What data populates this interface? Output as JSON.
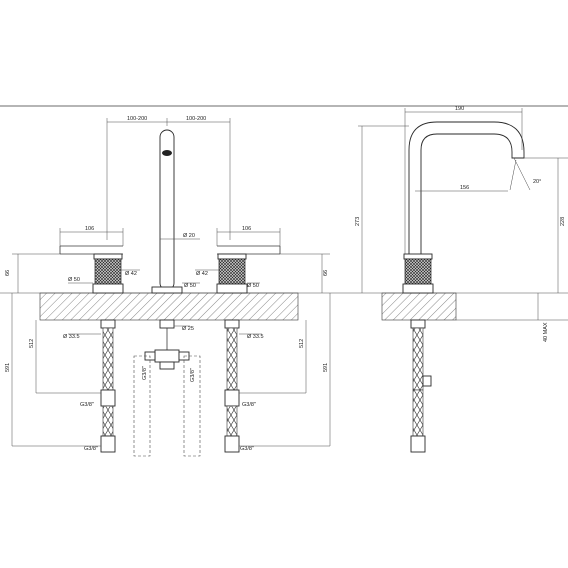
{
  "dimensions": {
    "spread_left": "100-200",
    "spread_right": "100-200",
    "handle_width_left": "106",
    "handle_width_right": "106",
    "spout_dia": "Ø 20",
    "knob_dia_left": "Ø 42",
    "knob_dia_right": "Ø 42",
    "base_dia_left": "Ø 50",
    "base_dia_center": "Ø 50",
    "base_dia_right": "Ø 50",
    "height_left": "66",
    "height_right": "66",
    "shank_dia_left": "Ø 33.5",
    "shank_dia_center": "Ø 25",
    "shank_dia_right": "Ø 33.5",
    "hose_left": "512",
    "hose_right": "512",
    "total_left": "591",
    "total_right": "591",
    "conn_left": "G3/8\"",
    "conn_right": "G3/8\"",
    "conn_bottom_left": "G3/8\"",
    "conn_bottom_right": "G3/8\"",
    "tee_left": "G3/8\"",
    "tee_right": "G3/8\"",
    "reach": "190",
    "spout_height": "273",
    "outlet_height": "228",
    "spout_projection": "156",
    "angle": "20°",
    "deck_max": "40 MAX"
  }
}
